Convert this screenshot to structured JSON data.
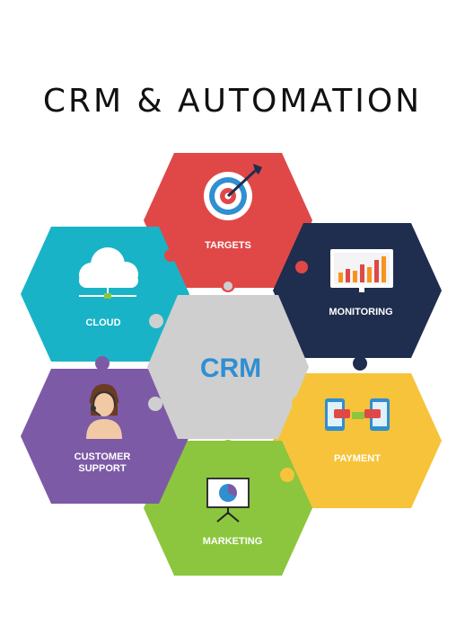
{
  "title": "CRM & AUTOMATION",
  "center": {
    "label": "CRM",
    "color": "#cfcfcf",
    "text_color": "#2f8fd1"
  },
  "segments": [
    {
      "key": "targets",
      "label": "TARGETS",
      "color": "#e04848",
      "icon": "target-icon"
    },
    {
      "key": "monitoring",
      "label": "MONITORING",
      "color": "#1f2d4e",
      "icon": "monitor-chart-icon"
    },
    {
      "key": "payment",
      "label": "PAYMENT",
      "color": "#f7c33a",
      "icon": "phone-payment-icon"
    },
    {
      "key": "marketing",
      "label": "MARKETING",
      "color": "#8cc63f",
      "icon": "presentation-board-icon"
    },
    {
      "key": "support",
      "label_lines": [
        "CUSTOMER",
        "SUPPORT"
      ],
      "color": "#7d5aa6",
      "icon": "support-agent-icon"
    },
    {
      "key": "cloud",
      "label": "CLOUD",
      "color": "#19b3c7",
      "icon": "cloud-icon"
    }
  ]
}
